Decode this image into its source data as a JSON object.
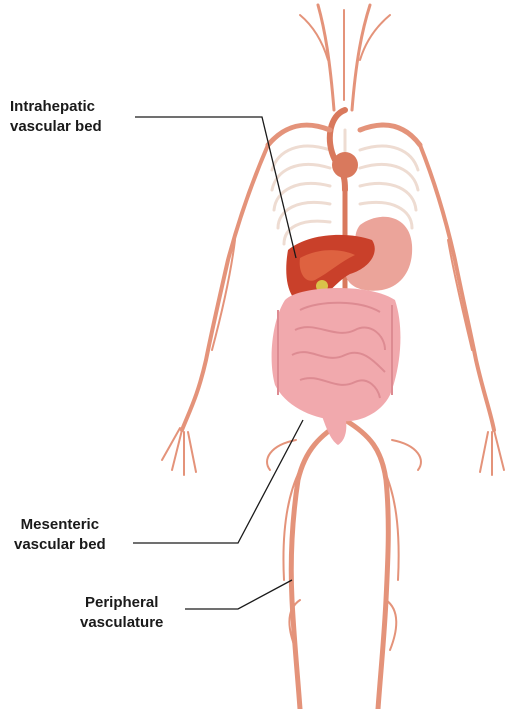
{
  "colors": {
    "vessel": "#e4937a",
    "vessel_dark": "#d9795d",
    "skeleton": "#eedcd2",
    "liver": "#c9402a",
    "liver_light": "#e7704a",
    "stomach": "#eba49a",
    "intestine": "#f1a9ad",
    "intestine_dark": "#dd8b92",
    "leader_line": "#1a1a1a",
    "label_text": "#1a1a1a"
  },
  "labels": {
    "intrahepatic": "Intrahepatic\nvascular bed",
    "mesenteric": "Mesenteric\nvascular bed",
    "peripheral": "Peripheral\nvasculature"
  }
}
